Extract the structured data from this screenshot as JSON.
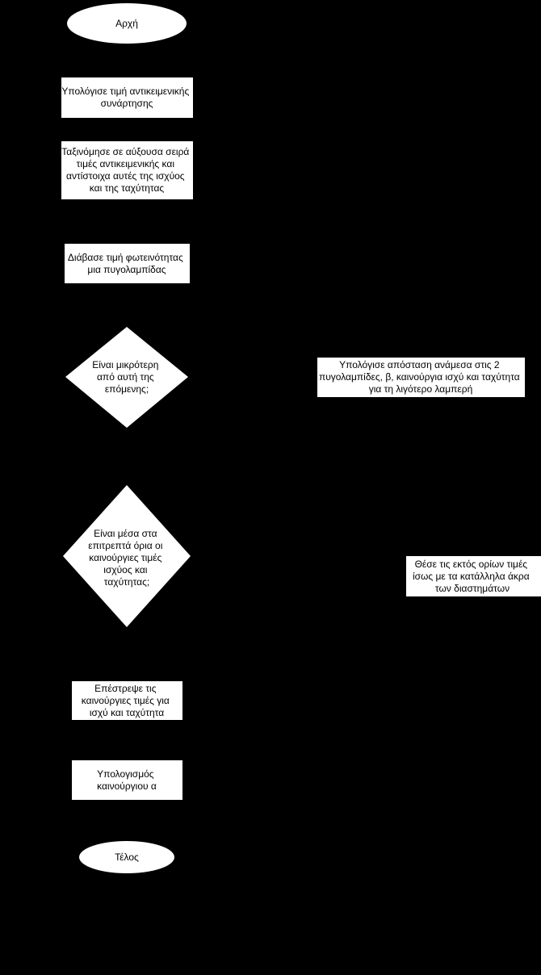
{
  "flowchart": {
    "start": {
      "lines": [
        "Αρχή"
      ]
    },
    "compute_objective": {
      "lines": [
        "Υπολόγισε τιμή αντικειμενικής",
        "συνάρτησης"
      ]
    },
    "sort_values": {
      "lines": [
        "Ταξινόμησε σε αύξουσα σειρά",
        "τιμές αντικειμενικής και",
        "αντίστοιχα αυτές της ισχύος",
        "και της ταχύτητας"
      ]
    },
    "read_brightness": {
      "lines": [
        "Διάβασε τιμή φωτεινότητας",
        "μια πυγολαμπίδας"
      ]
    },
    "decision_smaller": {
      "lines": [
        "Είναι μικρότερη",
        "από αυτή της",
        "επόμενης;"
      ]
    },
    "compute_distance": {
      "lines": [
        "Υπολόγισε απόσταση ανάμεσα στις 2",
        "πυγολαμπίδες, β, καινούργια ισχύ και ταχύτητα",
        "για τη λιγότερο λαμπερή"
      ]
    },
    "decision_bounds": {
      "lines": [
        "Είναι μέσα στα",
        "επιτρεπτά όρια οι",
        "καινούργιες τιμές",
        "ισχύος και",
        "ταχύτητας;"
      ]
    },
    "clamp_values": {
      "lines": [
        "Θέσε τις εκτός ορίων τιμές",
        "ίσως με τα κατάλληλα άκρα",
        "των διαστημάτων"
      ]
    },
    "return_values": {
      "lines": [
        "Επέστρεψε τις",
        "καινούργιες τιμές για",
        "ισχύ και ταχύτητα"
      ]
    },
    "compute_alpha": {
      "lines": [
        "Υπολογισμός",
        "καινούργιου α"
      ]
    },
    "end": {
      "lines": [
        "Τέλος"
      ]
    }
  },
  "colors": {
    "background": "#000000",
    "node_fill": "#ffffff",
    "text": "#000000"
  }
}
